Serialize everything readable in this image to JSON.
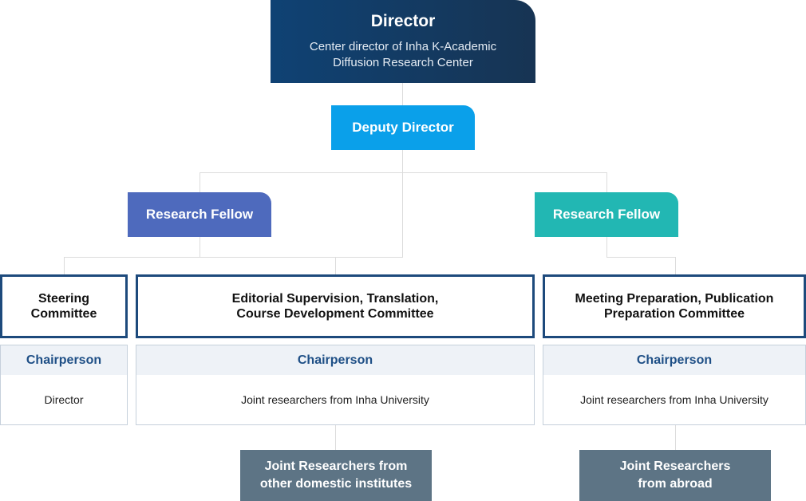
{
  "director": {
    "title": "Director",
    "subtitle_line1": "Center director of  Inha K-Academic",
    "subtitle_line2": "Diffusion Research Center"
  },
  "deputy": {
    "title": "Deputy Director"
  },
  "research_fellows": [
    {
      "title": "Research Fellow",
      "color": "#4e6abd"
    },
    {
      "title": "Research Fellow",
      "color": "#22b7b3"
    }
  ],
  "committees": [
    {
      "line1": "Steering",
      "line2": "Committee",
      "chair_label": "Chairperson",
      "chair_value": "Director"
    },
    {
      "line1": "Editorial Supervision, Translation,",
      "line2": "Course Development Committee",
      "chair_label": "Chairperson",
      "chair_value": "Joint researchers from Inha University"
    },
    {
      "line1": "Meeting Preparation, Publication",
      "line2": "Preparation Committee",
      "chair_label": "Chairperson",
      "chair_value": "Joint researchers from Inha University"
    }
  ],
  "joint_researchers": [
    {
      "line1": "Joint Researchers from",
      "line2": "other domestic institutes"
    },
    {
      "line1": "Joint Researchers",
      "line2": "from abroad"
    }
  ]
}
